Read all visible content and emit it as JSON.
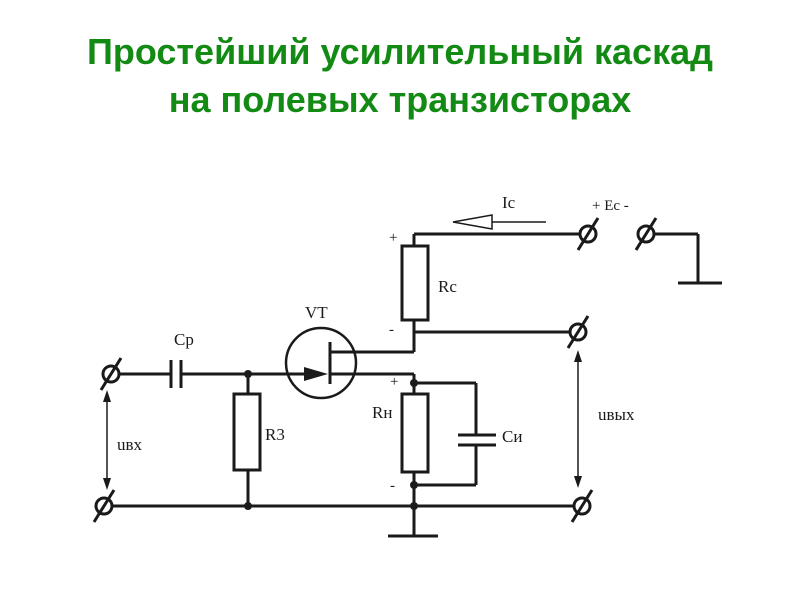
{
  "title": {
    "line1": "Простейший усилительный каскад",
    "line2": "на полевых транзисторах"
  },
  "labels": {
    "ic": "Ic",
    "ec": "+ Ec -",
    "rc": "Rc",
    "vt": "VT",
    "cp": "Cp",
    "r3": "R3",
    "rn": "Rн",
    "ci": "Cи",
    "uvx": "uвх",
    "uvyx": "uвых",
    "plus_top": "+",
    "minus_top": "-",
    "plus_mid": "+",
    "minus_bottom": "-"
  },
  "colors": {
    "title": "#138a13",
    "lines": "#1a1a1a"
  }
}
